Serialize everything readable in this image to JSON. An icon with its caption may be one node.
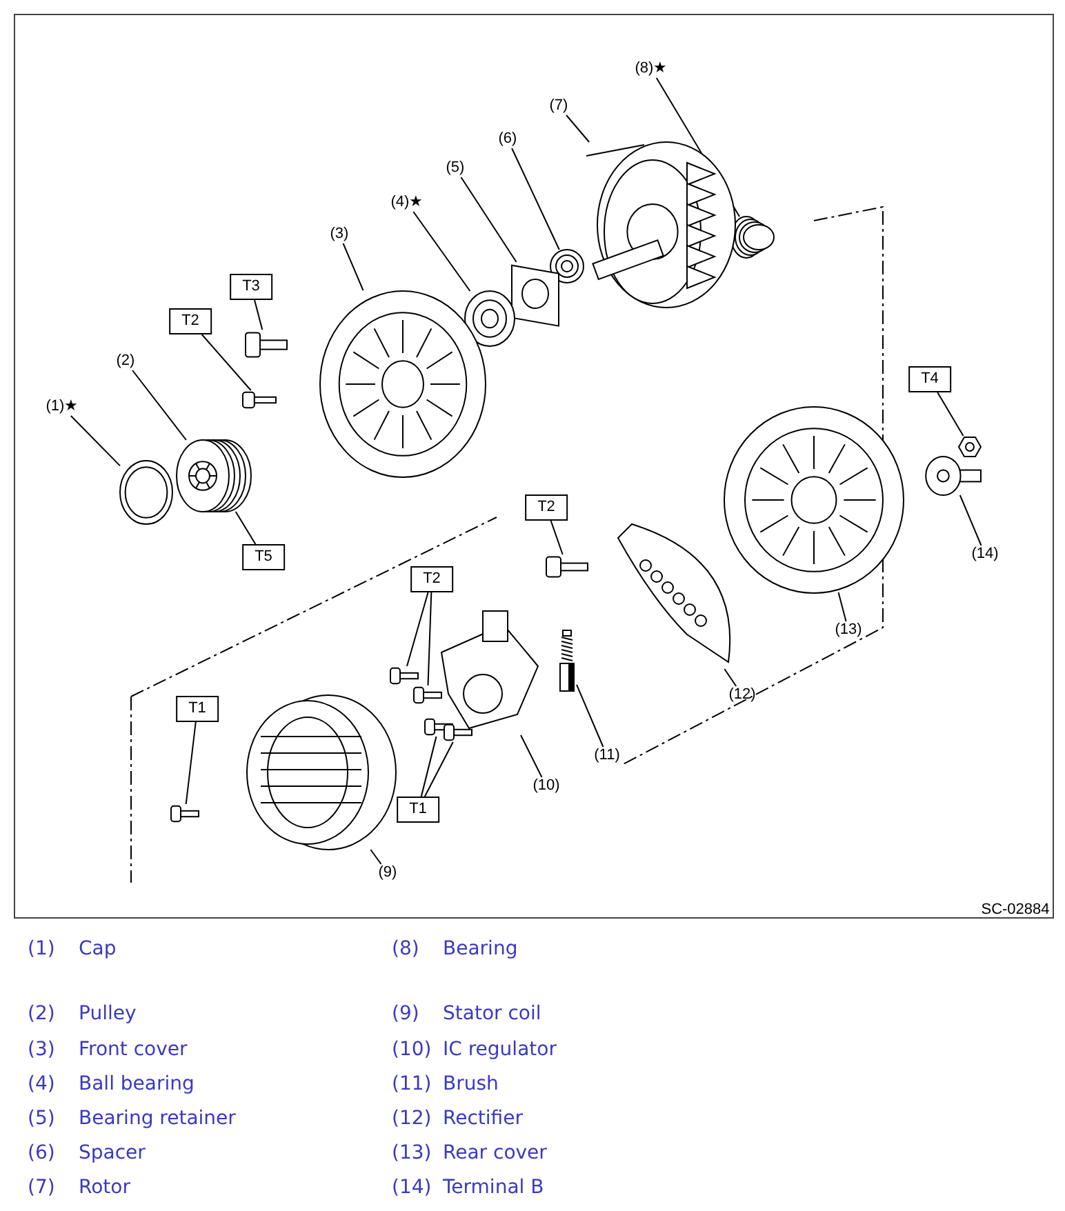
{
  "diagram": {
    "nodes": [
      {
        "text": [
          "(8)★"
        ]
      },
      {
        "text": [],
        "shape": "picture"
      },
      {
        "text": [
          "(7)"
        ]
      },
      {
        "text": [],
        "shape": "picture"
      },
      {
        "text": [
          "(6)"
        ]
      },
      {
        "text": [],
        "shape": "picture"
      },
      {
        "text": [
          "(5)"
        ]
      },
      {
        "text": [],
        "shape": "picture"
      },
      {
        "text": [
          "(4)★"
        ]
      },
      {
        "text": [],
        "shape": "picture"
      },
      {
        "text": [
          "(3)"
        ]
      },
      {
        "text": [],
        "shape": "picture"
      },
      {
        "text": [
          "T3"
        ]
      },
      {
        "text": [],
        "shape": "picture"
      },
      {
        "text": [
          "T2"
        ]
      },
      {
        "text": [],
        "shape": "picture"
      },
      {
        "text": [
          "(2)"
        ]
      },
      {
        "text": [],
        "shape": "picture"
      },
      {
        "text": [
          "(1)★"
        ]
      },
      {
        "text": [],
        "shape": "picture"
      },
      {
        "text": [
          "T4"
        ]
      },
      {
        "text": [],
        "shape": "picture"
      },
      {
        "text": [
          "T5"
        ]
      },
      {
        "text": [
          "(14)"
        ]
      },
      {
        "text": [],
        "shape": "picture"
      },
      {
        "text": [
          "(13)"
        ]
      },
      {
        "text": [],
        "shape": "picture"
      },
      {
        "text": [
          "T2"
        ]
      },
      {
        "text": [],
        "shape": "picture"
      },
      {
        "text": [
          "T2"
        ]
      },
      {
        "text": [],
        "shape": "picture"
      },
      {
        "text": [],
        "shape": "picture"
      },
      {
        "text": [
          "(12)"
        ]
      },
      {
        "text": [],
        "shape": "picture"
      },
      {
        "text": [
          "(11)"
        ]
      },
      {
        "text": [],
        "shape": "picture"
      },
      {
        "text": [
          "(10)"
        ]
      },
      {
        "text": [],
        "shape": "picture"
      },
      {
        "text": [
          "T1"
        ]
      },
      {
        "text": [],
        "shape": "picture"
      },
      {
        "text": [
          "T1"
        ]
      },
      {
        "text": [],
        "shape": "picture"
      },
      {
        "text": [],
        "shape": "picture"
      },
      {
        "text": [
          "(9)"
        ]
      },
      {
        "text": [],
        "shape": "picture"
      }
    ],
    "edges": [
      {
        "from": 0,
        "to": 1,
        "arrow": "none"
      },
      {
        "from": 2,
        "to": 3,
        "arrow": "none"
      },
      {
        "from": 4,
        "to": 5,
        "arrow": "none"
      },
      {
        "from": 6,
        "to": 7,
        "arrow": "none"
      },
      {
        "from": 8,
        "to": 9,
        "arrow": "none"
      },
      {
        "from": 10,
        "to": 11,
        "arrow": "none"
      },
      {
        "from": 12,
        "to": 13,
        "arrow": "none"
      },
      {
        "from": 14,
        "to": 15,
        "arrow": "none"
      },
      {
        "from": 16,
        "to": 17,
        "arrow": "none"
      },
      {
        "from": 18,
        "to": 19,
        "arrow": "none"
      },
      {
        "from": 20,
        "to": 21,
        "arrow": "none"
      },
      {
        "from": 22,
        "to": 17,
        "arrow": "none"
      },
      {
        "from": 23,
        "to": 24,
        "arrow": "none"
      },
      {
        "from": 25,
        "to": 26,
        "arrow": "none"
      },
      {
        "from": 27,
        "to": 28,
        "arrow": "none"
      },
      {
        "from": 29,
        "to": 30,
        "arrow": "none"
      },
      {
        "from": 29,
        "to": 31,
        "arrow": "none"
      },
      {
        "from": 32,
        "to": 33,
        "arrow": "none"
      },
      {
        "from": 34,
        "to": 35,
        "arrow": "none"
      },
      {
        "from": 36,
        "to": 37,
        "arrow": "none"
      },
      {
        "from": 38,
        "to": 39,
        "arrow": "none"
      },
      {
        "from": 40,
        "to": 41,
        "arrow": "none"
      },
      {
        "from": 40,
        "to": 42,
        "arrow": "none"
      },
      {
        "from": 43,
        "to": 44,
        "arrow": "none"
      }
    ],
    "labels": [
      "SC-02884",
      "(1)",
      "Cap",
      "(8)",
      "Bearing",
      "(2)",
      "Pulley",
      "(9)",
      "Stator coil",
      "(3)",
      "Front cover",
      "(10)",
      "IC regulator",
      "(4)",
      "Ball bearing",
      "(11)",
      "Brush",
      "(5)",
      "Bearing retainer",
      "(12)",
      "Rectifier",
      "(6)",
      "Spacer",
      "(13)",
      "Rear cover",
      "(7)",
      "Rotor",
      "(14)",
      "Terminal B"
    ]
  }
}
